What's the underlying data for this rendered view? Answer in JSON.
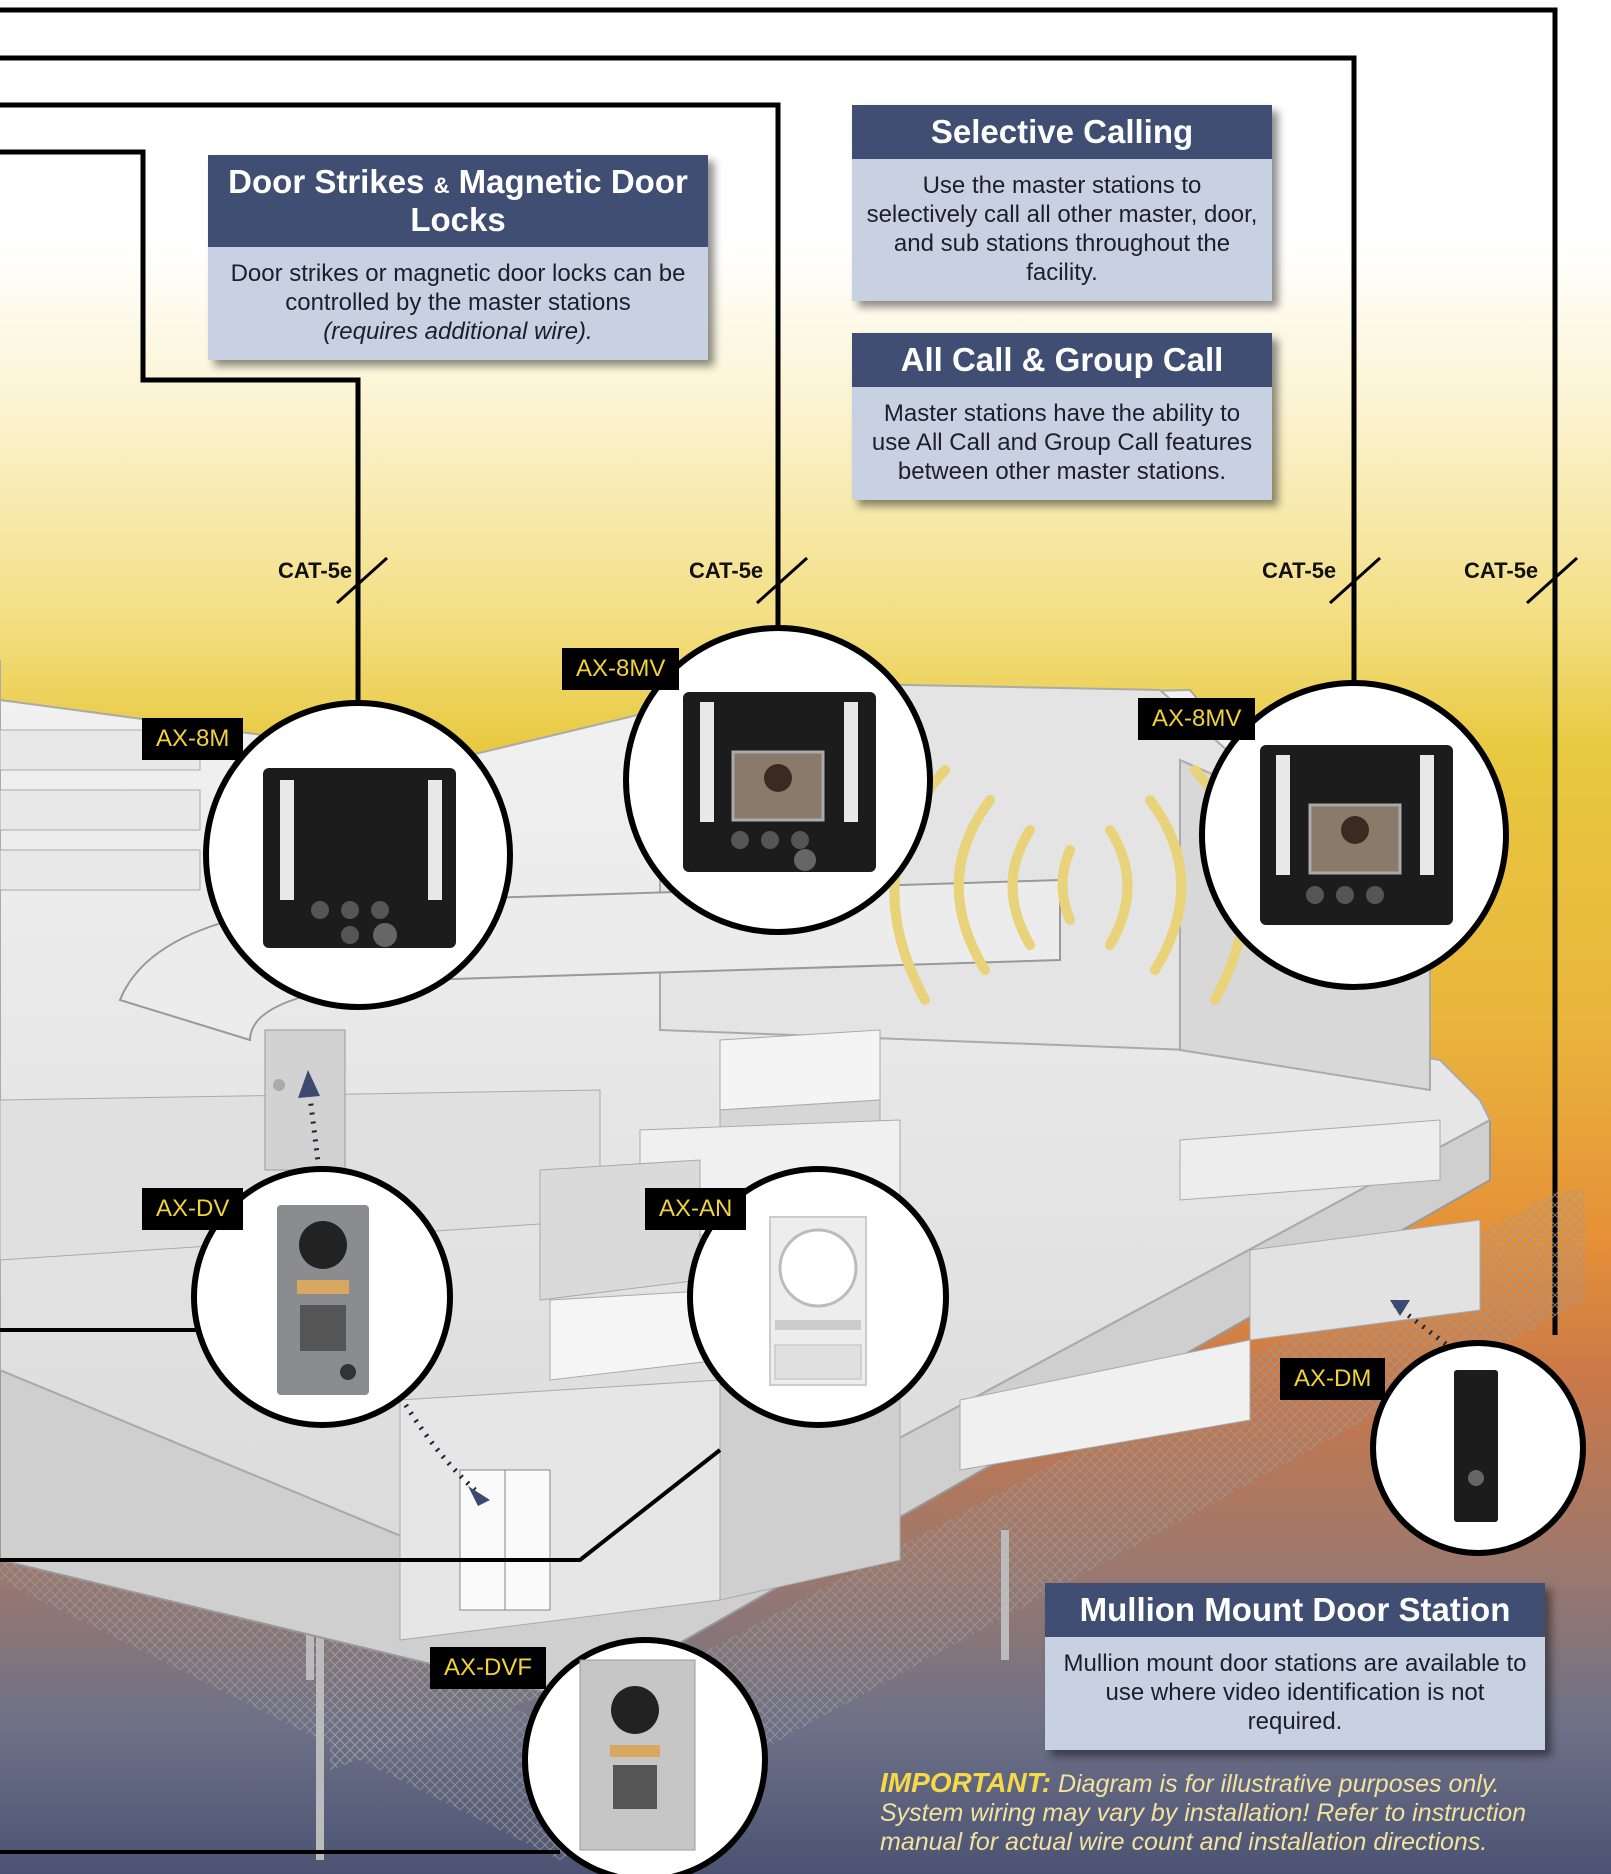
{
  "callouts": {
    "door_strikes": {
      "title_a": "Door Strikes",
      "title_amp": "&",
      "title_b": "Magnetic Door Locks",
      "body": "Door strikes or magnetic door locks can be controlled by the master stations",
      "body_italic": "(requires additional wire)."
    },
    "selective": {
      "title": "Selective Calling",
      "body": "Use the master stations to selectively call all other master, door, and sub stations throughout the facility."
    },
    "all_call": {
      "title": "All Call & Group Call",
      "body": "Master stations have the ability to use All Call and Group Call features between other master stations."
    },
    "mullion": {
      "title": "Mullion Mount Door Station",
      "body": "Mullion mount door stations are available to use where video identification is not required."
    }
  },
  "wire_labels": [
    "CAT-5e",
    "CAT-5e",
    "CAT-5e",
    "CAT-5e"
  ],
  "devices": {
    "ax8m": "AX-8M",
    "ax8mv_1": "AX-8MV",
    "ax8mv_2": "AX-8MV",
    "axdv": "AX-DV",
    "axan": "AX-AN",
    "axdm": "AX-DM",
    "axdvf": "AX-DVF"
  },
  "disclaimer": {
    "strong": "IMPORTANT:",
    "text": "Diagram is for illustrative purposes only. System wiring may vary by installation! Refer to instruction manual for actual wire count and installation directions."
  },
  "colors": {
    "callout_header": "#3f4e72",
    "callout_body": "#c8d1e2",
    "label_bg": "#000000",
    "label_text": "#f1d23a",
    "wave": "#e8d37a"
  }
}
